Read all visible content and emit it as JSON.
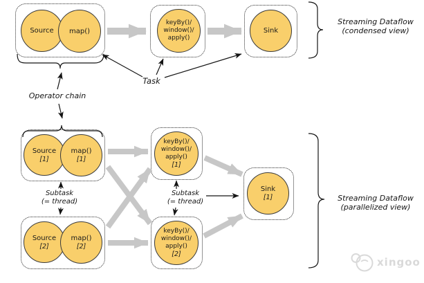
{
  "colors": {
    "node_fill": "#F9CF6B",
    "node_border": "#3A3A3A",
    "box_border": "#2A2A2A",
    "arrow_gray": "#C7C7C7",
    "line_black": "#141414",
    "watermark_gray": "#D9D9D9"
  },
  "condensed": {
    "source": "Source",
    "map": "map()",
    "keyby": [
      "keyBy()/",
      "window()/",
      "apply()"
    ],
    "sink": "Sink",
    "view_label": [
      "Streaming Dataflow",
      "(condensed view)"
    ]
  },
  "annotations": {
    "task": "Task",
    "operator_chain": "Operator chain",
    "subtask1": [
      "Subtask",
      "(= thread)"
    ],
    "subtask2": [
      "Subtask",
      "(= thread)"
    ]
  },
  "parallelized": {
    "source1": {
      "name": "Source",
      "index": "[1]"
    },
    "map1": {
      "name": "map()",
      "index": "[1]"
    },
    "source2": {
      "name": "Source",
      "index": "[2]"
    },
    "map2": {
      "name": "map()",
      "index": "[2]"
    },
    "keyby1": {
      "lines": [
        "keyBy()/",
        "window()/",
        "apply()"
      ],
      "index": "[1]"
    },
    "keyby2": {
      "lines": [
        "keyBy()/",
        "window()/",
        "apply()"
      ],
      "index": "[2]"
    },
    "sink1": {
      "name": "Sink",
      "index": "[1]"
    },
    "view_label": [
      "Streaming Dataflow",
      "(parallelized view)"
    ]
  },
  "watermark": "xingoo"
}
